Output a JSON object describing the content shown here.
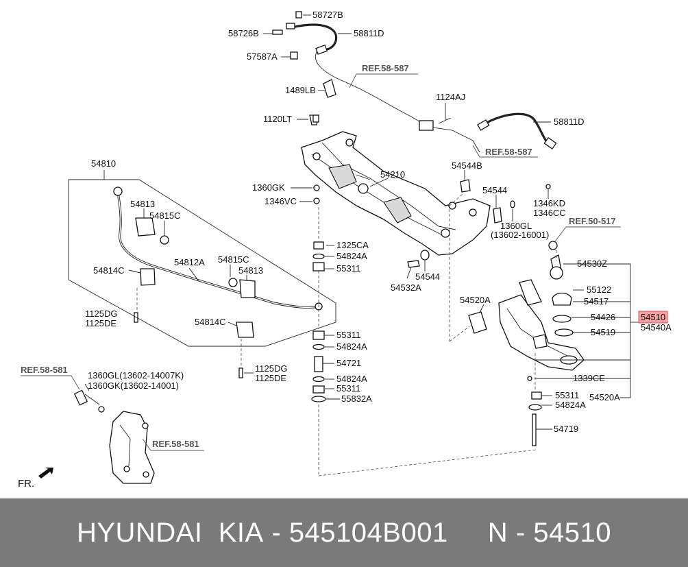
{
  "labels": [
    {
      "id": "58727B",
      "text": "58727B"
    },
    {
      "id": "58726B",
      "text": "58726B"
    },
    {
      "id": "58811D_top",
      "text": "58811D"
    },
    {
      "id": "57587A",
      "text": "57587A"
    },
    {
      "id": "ref58587_a",
      "text": "REF.58-587"
    },
    {
      "id": "1489LB",
      "text": "1489LB"
    },
    {
      "id": "1124AJ",
      "text": "1124AJ"
    },
    {
      "id": "58811D_right",
      "text": "58811D"
    },
    {
      "id": "1120LT",
      "text": "1120LT"
    },
    {
      "id": "ref58587_b",
      "text": "REF.58-587"
    },
    {
      "id": "54810",
      "text": "54810"
    },
    {
      "id": "54210",
      "text": "54210"
    },
    {
      "id": "54544B",
      "text": "54544B"
    },
    {
      "id": "1360GK_a",
      "text": "1360GK"
    },
    {
      "id": "1346VC",
      "text": "1346VC"
    },
    {
      "id": "54544_a",
      "text": "54544"
    },
    {
      "id": "1346KD",
      "text": "1346KD"
    },
    {
      "id": "1346CC",
      "text": "1346CC"
    },
    {
      "id": "54813_a",
      "text": "54813"
    },
    {
      "id": "54815C_a",
      "text": "54815C"
    },
    {
      "id": "1360GL_a",
      "text": "1360GL"
    },
    {
      "id": "13602_16001",
      "text": "(13602-16001)"
    },
    {
      "id": "ref50517",
      "text": "REF.50-517"
    },
    {
      "id": "1325CA",
      "text": "1325CA"
    },
    {
      "id": "54824A_a",
      "text": "54824A"
    },
    {
      "id": "54812A",
      "text": "54812A"
    },
    {
      "id": "54815C_b",
      "text": "54815C"
    },
    {
      "id": "54814C_a",
      "text": "54814C"
    },
    {
      "id": "54813_b",
      "text": "54813"
    },
    {
      "id": "55311_a",
      "text": "55311"
    },
    {
      "id": "54530Z",
      "text": "54530Z"
    },
    {
      "id": "54544_b",
      "text": "54544"
    },
    {
      "id": "54532A",
      "text": "54532A"
    },
    {
      "id": "55122",
      "text": "55122"
    },
    {
      "id": "54520A_a",
      "text": "54520A"
    },
    {
      "id": "54517",
      "text": "54517"
    },
    {
      "id": "1125DG_a",
      "text": "1125DG"
    },
    {
      "id": "1125DE_a",
      "text": "1125DE"
    },
    {
      "id": "54426",
      "text": "54426"
    },
    {
      "id": "54510",
      "text": "54510"
    },
    {
      "id": "54540A",
      "text": "54540A"
    },
    {
      "id": "54814C_b",
      "text": "54814C"
    },
    {
      "id": "54519",
      "text": "54519"
    },
    {
      "id": "55311_b",
      "text": "55311"
    },
    {
      "id": "54824A_b",
      "text": "54824A"
    },
    {
      "id": "54721",
      "text": "54721"
    },
    {
      "id": "ref58581_a",
      "text": "REF.58-581"
    },
    {
      "id": "1125DG_b",
      "text": "1125DG"
    },
    {
      "id": "1125DE_b",
      "text": "1125DE"
    },
    {
      "id": "1360GL_b",
      "text": "1360GL(13602-14007K)"
    },
    {
      "id": "1360GK_b",
      "text": "1360GK(13602-14001)"
    },
    {
      "id": "54824A_c",
      "text": "54824A"
    },
    {
      "id": "1339CE",
      "text": "1339CE"
    },
    {
      "id": "55311_c",
      "text": "55311"
    },
    {
      "id": "55832A",
      "text": "55832A"
    },
    {
      "id": "55311_d",
      "text": "55311"
    },
    {
      "id": "54520A_b",
      "text": "54520A"
    },
    {
      "id": "54824A_d",
      "text": "54824A"
    },
    {
      "id": "ref58581_b",
      "text": "REF.58-581"
    },
    {
      "id": "54719",
      "text": "54719"
    },
    {
      "id": "fr",
      "text": "FR."
    }
  ],
  "highlight": {
    "part": "54510",
    "color": "#f4a0a0",
    "border": "#e05050"
  },
  "footer": {
    "brand": "HYUNDAI",
    "make": "KIA",
    "sep1": "-",
    "part_number": "545104B001",
    "n_label": "N",
    "sep2": "-",
    "n_value": "54510"
  },
  "colors": {
    "footer_bg": "#7a7a7a",
    "footer_text": "#ffffff",
    "line": "#222222"
  }
}
